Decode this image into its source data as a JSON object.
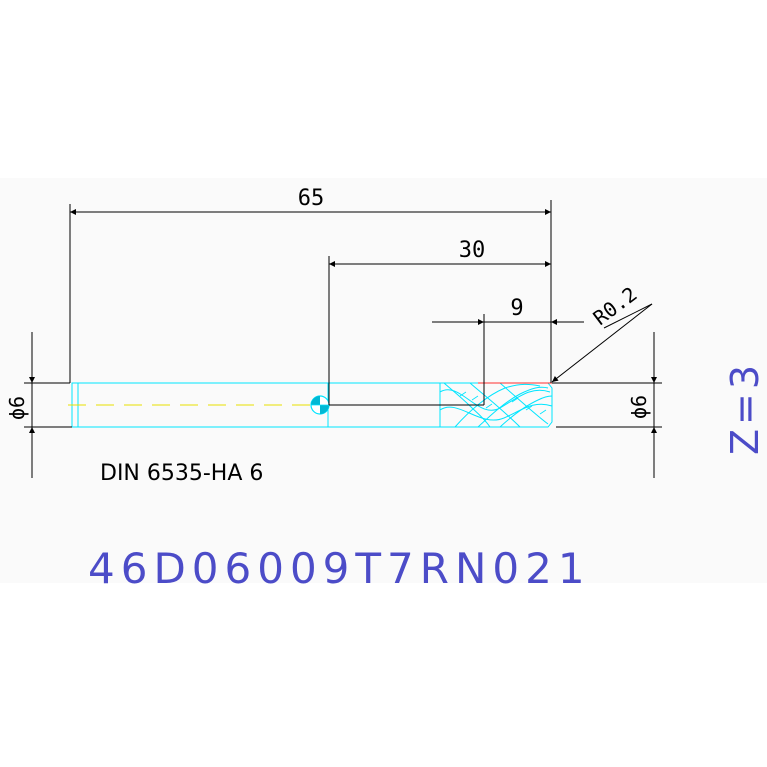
{
  "dimensions": {
    "overall_length": "65",
    "flute_region_length": "30",
    "cutting_length": "9",
    "corner_radius": "R0.2",
    "shank_diameter": "ϕ6",
    "cutting_diameter": "ϕ6"
  },
  "shank_standard": "DIN 6535-HA 6",
  "part_number": "46D06009T7RN021",
  "flute_label": "Z=3",
  "colors": {
    "background": "#fafafa",
    "dimension_lines": "#000000",
    "tool_outline": "#00e5ff",
    "centerline": "#e8e000",
    "part_number": "#4c4cc8",
    "flute_label": "#4c4cc8",
    "edge_accent": "#ff3030"
  }
}
